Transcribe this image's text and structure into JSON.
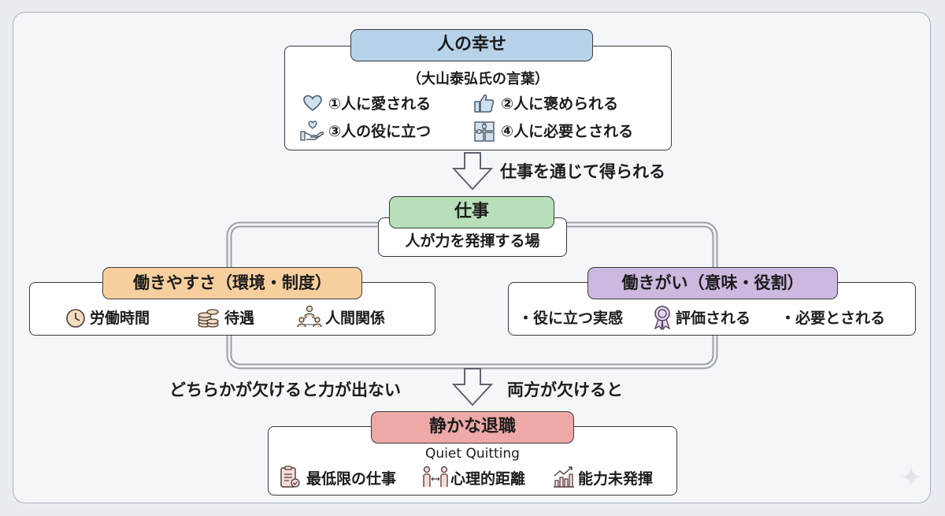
{
  "top": {
    "title": "人の幸せ",
    "source": "（大山泰弘氏の言葉）",
    "items": [
      {
        "label": "①人に愛される",
        "icon": "heart-icon"
      },
      {
        "label": "②人に褒められる",
        "icon": "thumbs-up-icon"
      },
      {
        "label": "③人の役に立つ",
        "icon": "helping-hand-icon"
      },
      {
        "label": "④人に必要とされる",
        "icon": "puzzle-icon"
      }
    ],
    "color": "#b7d3ea"
  },
  "arrow1_label": "仕事を通じて得られる",
  "work": {
    "title": "仕事",
    "subtitle": "人が力を発揮する場",
    "color": "#b7dfb9"
  },
  "left": {
    "title": "働きやすさ（環境・制度）",
    "items": [
      {
        "label": "労働時間",
        "icon": "clock-icon"
      },
      {
        "label": "待遇",
        "icon": "coins-icon"
      },
      {
        "label": "人間関係",
        "icon": "people-network-icon"
      }
    ],
    "color": "#f7cf9f"
  },
  "right": {
    "title": "働きがい（意味・役割）",
    "items": [
      {
        "label": "・役に立つ実感"
      },
      {
        "label": "評価される",
        "icon": "award-ribbon-icon"
      },
      {
        "label": "・必要とされる"
      }
    ],
    "color": "#cdb8df"
  },
  "arrow2_left_label": "どちらかが欠けると力が出ない",
  "arrow2_right_label": "両方が欠けると",
  "bottom": {
    "title": "静かな退職",
    "subtitle": "Quiet Quitting",
    "items": [
      {
        "label": "最低限の仕事",
        "icon": "clipboard-icon"
      },
      {
        "label": "心理的距離",
        "icon": "distanced-people-icon"
      },
      {
        "label": "能力未発揮",
        "icon": "declining-chart-icon"
      }
    ],
    "color": "#eea9a6"
  }
}
